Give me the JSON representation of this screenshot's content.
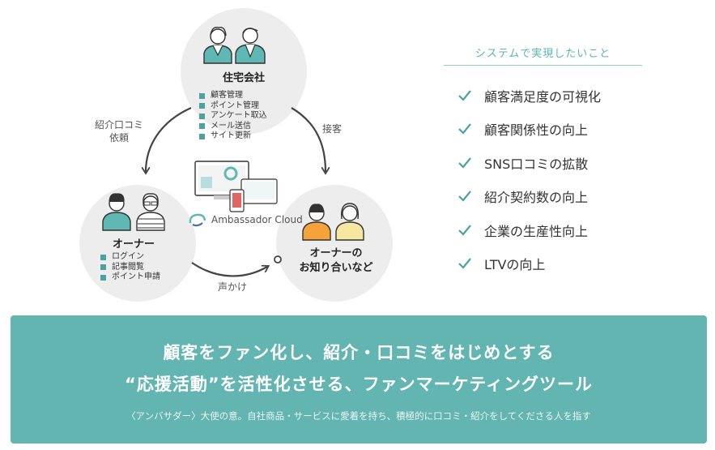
{
  "colors": {
    "accent": "#62b5b0",
    "circle": "#ededed",
    "arrow": "#444444",
    "check": "#4aa3a0"
  },
  "nodes": {
    "company": {
      "label": "住宅会社",
      "features": [
        "顧客管理",
        "ポイント管理",
        "アンケート取込",
        "メール送信",
        "サイト更新"
      ]
    },
    "owner": {
      "label": "オーナー",
      "features": [
        "ログイン",
        "記事閲覧",
        "ポイント申請"
      ]
    },
    "acquaintance": {
      "label_line1": "オーナーの",
      "label_line2": "お知り合いなど"
    }
  },
  "edges": {
    "company_to_owner": {
      "line1": "紹介口コミ",
      "line2": "依頼"
    },
    "company_to_acquaintance": "接客",
    "owner_to_acquaintance": "声かけ"
  },
  "logo": {
    "text": "Ambassador Cloud",
    "icon": "cloud-swirl-icon"
  },
  "goals": {
    "title": "システムで実現したいこと",
    "icon": "check-icon",
    "items": [
      "顧客満足度の可視化",
      "顧客関係性の向上",
      "SNS口コミの拡散",
      "紹介契約数の向上",
      "企業の生産性向上",
      "LTVの向上"
    ]
  },
  "banner": {
    "line1": "顧客をファン化し、紹介・口コミをはじめとする",
    "line2": "“応援活動”を活性化させる、ファンマーケティングツール",
    "note": "〈アンバサダー〉大使の意。自社商品・サービスに愛着を持ち、積極的に口コミ・紹介をしてくださる人を指す"
  }
}
